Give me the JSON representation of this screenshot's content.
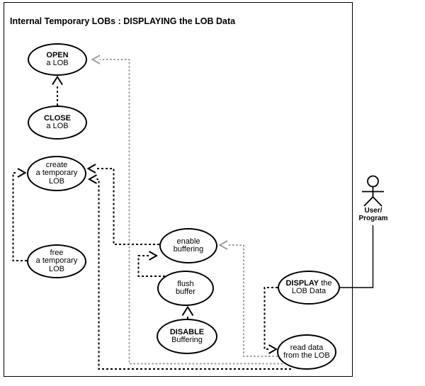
{
  "diagram": {
    "type": "uml-use-case",
    "title": "Internal Temporary LOBs : DISPLAYING the LOB Data"
  },
  "colors": {
    "ink": "#000000",
    "connector_gray": "#9f9f9f",
    "background": "#ffffff"
  },
  "nodes": {
    "open": {
      "l1": "OPEN",
      "l2": "a LOB"
    },
    "close": {
      "l1": "CLOSE",
      "l2": "a LOB"
    },
    "create": {
      "l1": "create",
      "l2": "a temporary",
      "l3": "LOB"
    },
    "free": {
      "l1": "free",
      "l2": "a temporary",
      "l3": "LOB"
    },
    "enable": {
      "l1": "enable",
      "l2": "buffering"
    },
    "flush": {
      "l1": "flush",
      "l2": "buffer"
    },
    "disable": {
      "l1": "DISABLE",
      "l2": "Buffering"
    },
    "display": {
      "l1b": "DISPLAY",
      "l1r": " the",
      "l2": "LOB Data"
    },
    "read": {
      "l1": "read data",
      "l2": "from the LOB"
    }
  },
  "actor": {
    "icon": "stick-figure",
    "label1": "User/",
    "label2": "Program"
  },
  "connectors": [
    {
      "from": "CLOSE a LOB",
      "to": "OPEN a LOB",
      "style": "dashed-black"
    },
    {
      "from": "free a temporary LOB",
      "to": "create a temporary LOB",
      "style": "dashed-black"
    },
    {
      "from": "enable buffering",
      "to": "create a temporary LOB",
      "style": "dashed-black"
    },
    {
      "from": "read data from the LOB",
      "to": "create a temporary LOB",
      "style": "dashed-black"
    },
    {
      "from": "flush buffer",
      "to": "enable buffering",
      "style": "dashed-black"
    },
    {
      "from": "DISABLE Buffering",
      "to": "flush buffer",
      "style": "dashed-black"
    },
    {
      "from": "DISPLAY the LOB Data",
      "to": "read data from the LOB",
      "style": "dashed-black"
    },
    {
      "from": "read data from the LOB",
      "to": "enable buffering",
      "style": "dashed-gray"
    },
    {
      "from": "read data from the LOB",
      "to": "OPEN a LOB",
      "style": "dashed-gray"
    },
    {
      "from": "User/Program",
      "to": "DISPLAY the LOB Data",
      "style": "solid"
    }
  ]
}
